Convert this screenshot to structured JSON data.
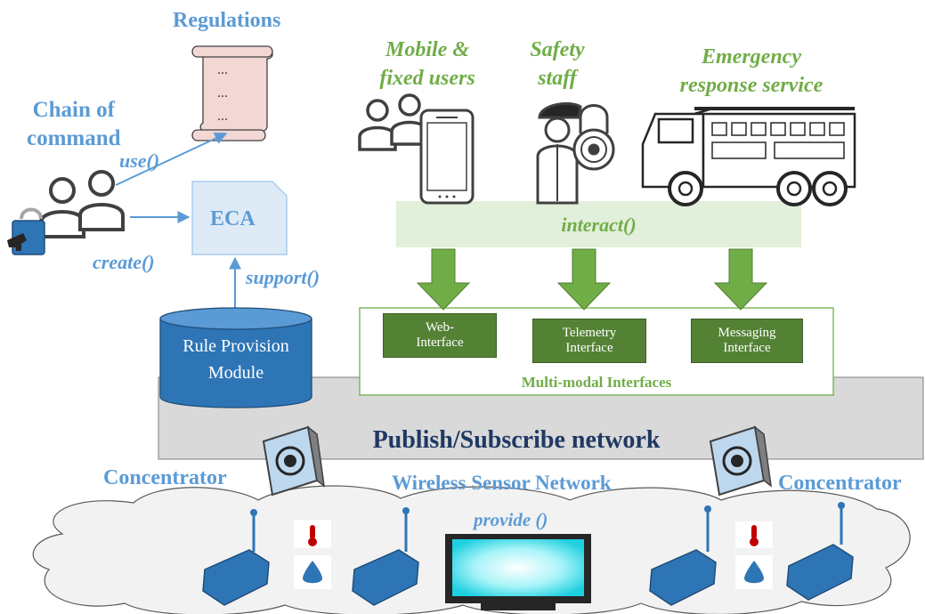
{
  "labels": {
    "regulations": "Regulations",
    "regulations_dots": [
      "...",
      "...",
      "..."
    ],
    "chain_of_command": [
      "Chain of",
      "command"
    ],
    "use": "use()",
    "create": "create()",
    "eca": "ECA",
    "support": "support()",
    "rule_provision": [
      "Rule Provision",
      "Module"
    ],
    "mobile_users": [
      "Mobile &",
      "fixed users"
    ],
    "safety_staff": [
      "Safety",
      "staff"
    ],
    "emergency": [
      "Emergency",
      "response service"
    ],
    "interact": "interact()",
    "web_interface": [
      "Web-",
      "Interface"
    ],
    "telemetry_interface": [
      "Telemetry",
      "Interface"
    ],
    "messaging_interface": [
      "Messaging",
      "Interface"
    ],
    "multimodal": "Multi-modal Interfaces",
    "pubsub": "Publish/Subscribe network",
    "concentrator_left": "Concentrator",
    "concentrator_right": "Concentrator",
    "wsn": "Wireless Sensor Network",
    "provide": "provide ()"
  },
  "colors": {
    "blue_text": "#5b9bd5",
    "green_text": "#70ad47",
    "interface_fill": "#548235",
    "interact_band": "#e2efda",
    "pubsub_fill": "#d9d9d9",
    "cylinder": "#2e75b6",
    "eca_fill": "#deebf7",
    "scroll_fill": "#f2d7d5"
  }
}
